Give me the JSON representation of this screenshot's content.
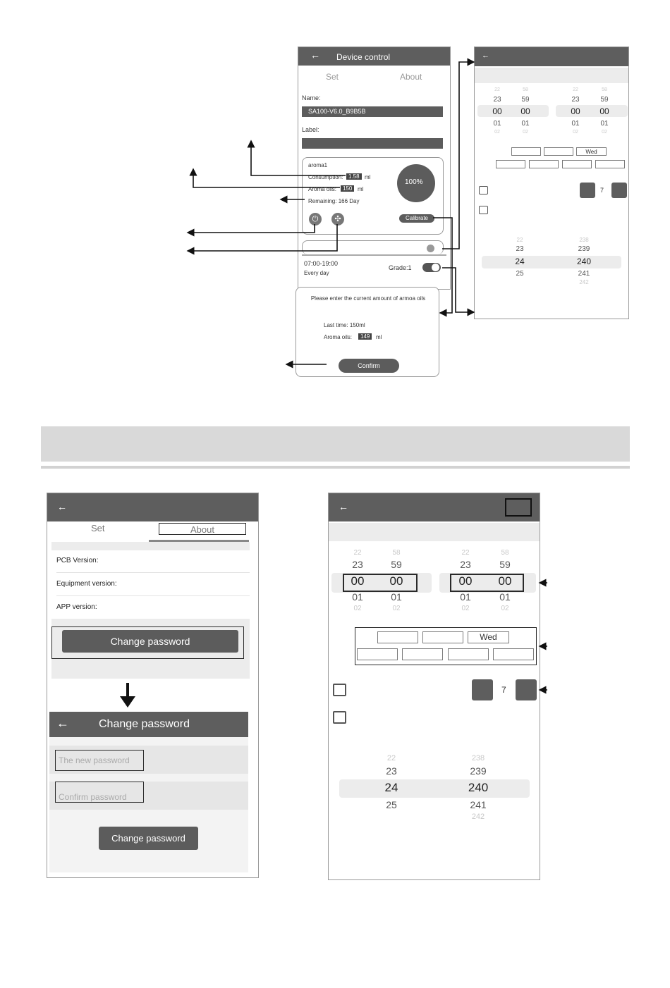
{
  "device_control": {
    "title": "Device control",
    "tabs": [
      "Set",
      "About"
    ],
    "name_label": "Name:",
    "name_value": "SA100-V6.0_B9B5B",
    "label_label": "Label:",
    "label_value": "",
    "aroma_name": "aroma1",
    "consumption_label": "Consumption:",
    "consumption_value": "1.58",
    "consumption_unit": "ml",
    "aroma_oils_label": "Aroma oils:",
    "aroma_oils_value": "150",
    "aroma_oils_unit": "ml",
    "remaining": "Remaining: 166 Day",
    "level": "100%",
    "calibrate": "Calibrate",
    "schedule_time": "07:00-19:00",
    "schedule_days": "Every day",
    "grade": "Grade:1"
  },
  "calibrate_dialog": {
    "prompt": "Please enter the current amount of armoa oils",
    "last_time": "Last time: 150ml",
    "aroma_oils_label": "Aroma oils:",
    "aroma_oils_value": "149",
    "aroma_oils_unit": "ml",
    "confirm": "Confirm"
  },
  "schedule_small": {
    "wheel_top": [
      "22",
      "58",
      "22",
      "58"
    ],
    "wheel_prev": [
      "23",
      "59",
      "23",
      "59"
    ],
    "wheel_sel": [
      "00",
      "00",
      "00",
      "00"
    ],
    "wheel_next": [
      "01",
      "01",
      "01",
      "01"
    ],
    "wheel_bottom": [
      "02",
      "02",
      "02",
      "02"
    ],
    "weekday": "Wed",
    "stepper_value": "7",
    "wheel2_a": [
      "22",
      "23",
      "24",
      "25"
    ],
    "wheel2_b": [
      "238",
      "239",
      "240",
      "241",
      "242"
    ]
  },
  "about": {
    "tabs": [
      "Set",
      "About"
    ],
    "pcb_version": "PCB Version:",
    "equipment_version": "Equipment version:",
    "app_version": "APP version:",
    "change_password_button": "Change password"
  },
  "change_password": {
    "title": "Change password",
    "new_password_placeholder": "The new password",
    "confirm_password_placeholder": "Confirm password",
    "button": "Change password"
  },
  "schedule_large": {
    "wheel_top": [
      "22",
      "58",
      "22",
      "58"
    ],
    "wheel_prev": [
      "23",
      "59",
      "23",
      "59"
    ],
    "wheel_sel": [
      "00",
      "00",
      "00",
      "00"
    ],
    "wheel_next": [
      "01",
      "01",
      "01",
      "01"
    ],
    "wheel_bottom": [
      "02",
      "02",
      "02",
      "02"
    ],
    "weekday": "Wed",
    "stepper_value": "7",
    "wheel2_a": [
      "22",
      "23",
      "24",
      "25"
    ],
    "wheel2_b": [
      "238",
      "239",
      "240",
      "241",
      "242"
    ]
  },
  "colors": {
    "header": "#5e5e5e",
    "band": "#d9d9d9",
    "field": "#5c5c5c"
  }
}
